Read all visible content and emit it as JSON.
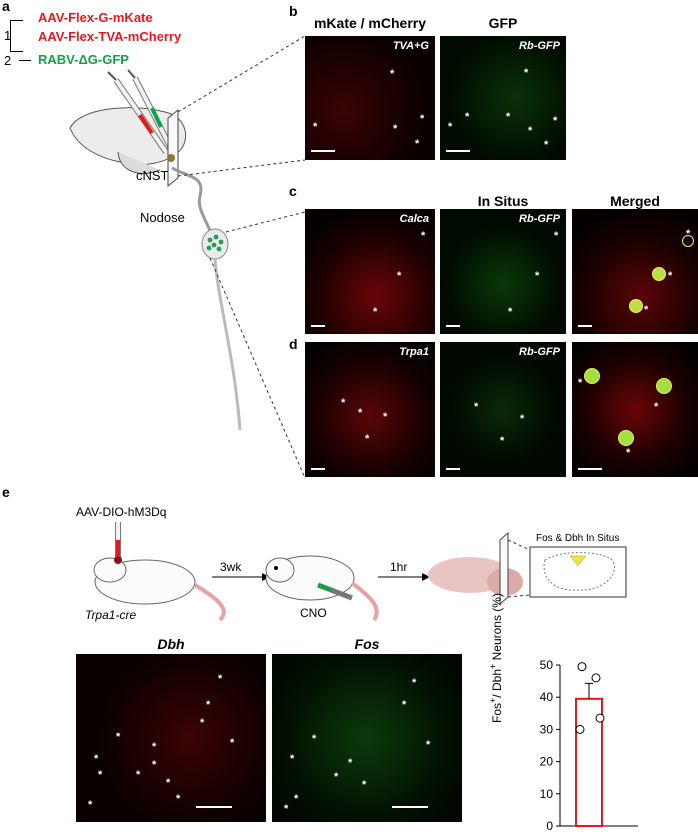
{
  "panel_letters": {
    "a": "a",
    "b": "b",
    "c": "c",
    "d": "d",
    "e": "e"
  },
  "panel_a": {
    "step1": "1",
    "step2": "2",
    "virus1": "AAV-Flex-G-mKate",
    "virus2": "AAV-Flex-TVA-mCherry",
    "virus3": "RABV-ΔG-GFP",
    "cnst": "cNST",
    "nodose": "Nodose",
    "colors": {
      "red": "#e8171b",
      "green": "#14a049"
    }
  },
  "panel_b": {
    "header_left": "mKate / mCherry",
    "header_right": "GFP",
    "label_left": "TVA+G",
    "label_right": "Rb-GFP"
  },
  "panel_c": {
    "header_mid": "In Situs",
    "header_right": "Merged",
    "label_left": "Calca",
    "label_mid": "Rb-GFP"
  },
  "panel_d": {
    "label_left": "Trpa1",
    "label_mid": "Rb-GFP"
  },
  "panel_e": {
    "virus": "AAV-DIO-hM3Dq",
    "mouse": "Trpa1-cre",
    "time1": "3wk",
    "drug": "CNO",
    "time2": "1hr",
    "insitu": "Fos & Dbh In Situs",
    "img_left": "Dbh",
    "img_right": "Fos"
  },
  "chart_data": {
    "type": "bar",
    "categories": [
      ""
    ],
    "values": [
      39.5
    ],
    "error": [
      4.8
    ],
    "points": [
      49.5,
      46,
      33.5,
      30
    ],
    "ylabel": "Fos+/ Dbh+ Neurons (%)",
    "ylim": [
      0,
      50
    ],
    "yticks": [
      0,
      10,
      20,
      30,
      40,
      50
    ],
    "bar_color": "#e8171b"
  }
}
